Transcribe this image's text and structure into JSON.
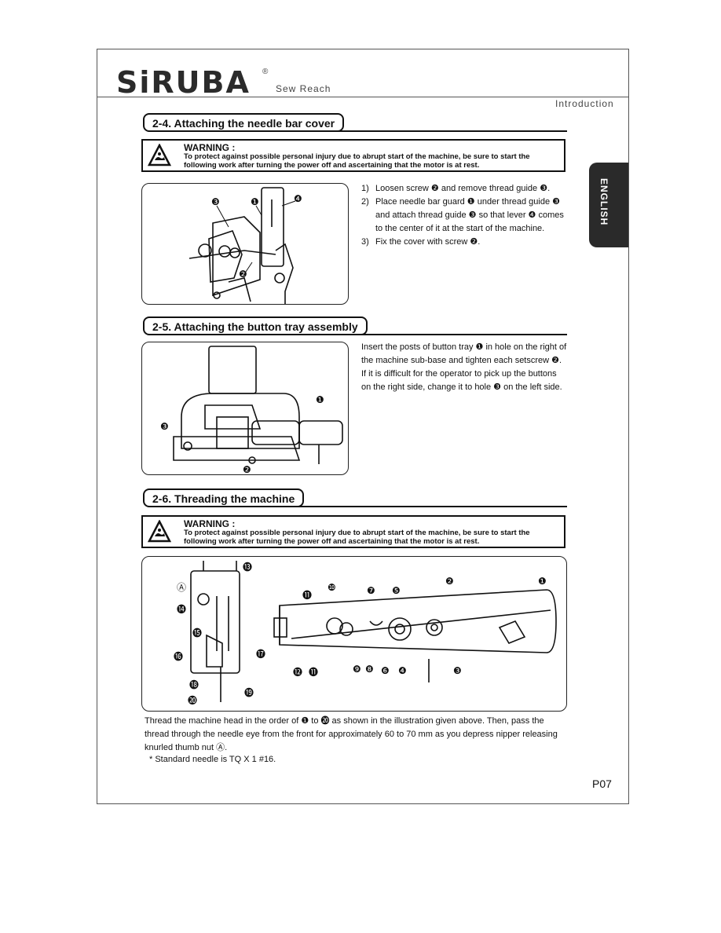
{
  "header": {
    "brand": "SiRUBA",
    "reg": "®",
    "tagline": "Sew Reach",
    "section": "Introduction",
    "language_tab": "ENGLISH"
  },
  "sec24": {
    "title": "2-4. Attaching the needle bar cover",
    "warning_title": "WARNING :",
    "warning_text": "To protect against possible personal injury due to abrupt start of the machine, be sure to start the following work after turning the power off and ascertaining that the motor is at rest.",
    "steps": [
      {
        "num": "1)",
        "text": "Loosen screw ❷ and remove thread guide ❸."
      },
      {
        "num": "2)",
        "text": "Place needle bar guard ❶ under thread guide ❸ and attach thread guide ❸ so that lever ❹ comes to the center of it at the start of the machine."
      },
      {
        "num": "3)",
        "text": "Fix the cover with screw ❷."
      }
    ],
    "callouts": [
      "❸",
      "❶",
      "❹",
      "❷"
    ]
  },
  "sec25": {
    "title": "2-5. Attaching the button tray assembly",
    "text": "Insert the posts of button tray ❶ in hole on the right of the machine sub-base and tighten each setscrew ❷. If it is difficult for the operator to pick up the buttons on the right side, change it to hole ❸ on the left side.",
    "callouts": [
      "❶",
      "❸",
      "❷"
    ]
  },
  "sec26": {
    "title": "2-6. Threading the machine",
    "warning_title": "WARNING :",
    "warning_text": "To protect against possible personal injury due to abrupt start of the machine, be sure to start the following work after turning the power off and ascertaining that the motor is at rest.",
    "text": "Thread the machine head in the order of ❶ to ⓴ as shown in the illustration given above. Then, pass the thread through the needle eye from the front for approximately 60 to 70 mm as you depress nipper releasing knurled thumb nut Ⓐ.",
    "note": "* Standard needle is TQ X 1 #16.",
    "callouts_left": [
      "Ⓐ",
      "⓮",
      "⓯",
      "⓰",
      "⓱",
      "⓲",
      "⓳",
      "⓴",
      "⓭"
    ],
    "callouts_right": [
      "⓫",
      "❿",
      "❼",
      "❺",
      "❷",
      "❶",
      "⓬",
      "⓫",
      "❾",
      "❽",
      "❻",
      "❹",
      "❸"
    ]
  },
  "footer": {
    "page": "P07"
  }
}
